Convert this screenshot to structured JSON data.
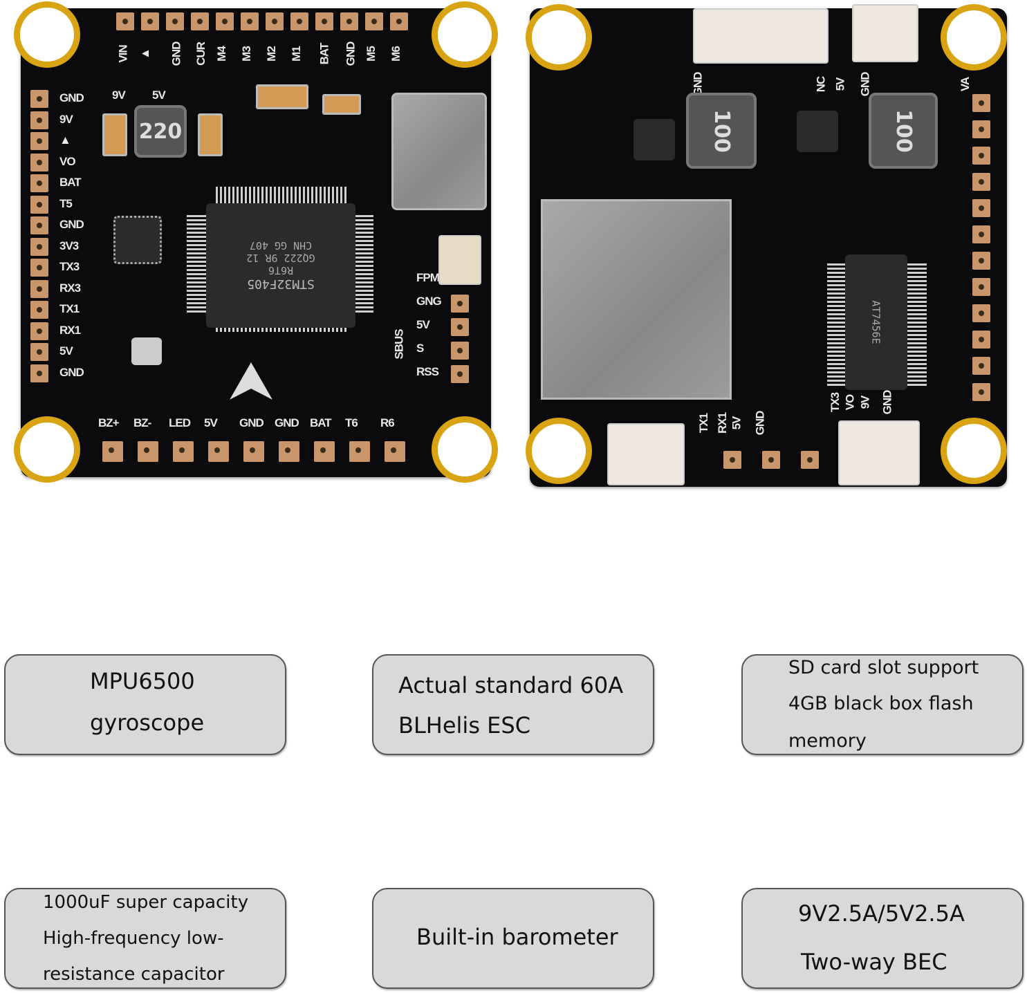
{
  "left_board": {
    "top_pins": [
      "VIN",
      "▲",
      "GND",
      "CUR",
      "M4",
      "M3",
      "M2",
      "M1",
      "BAT",
      "GND",
      "M5",
      "M6"
    ],
    "left_pins": [
      "GND",
      "9V",
      "▲",
      "VO",
      "BAT",
      "T5",
      "GND",
      "3V3",
      "TX3",
      "RX3",
      "TX1",
      "RX1",
      "5V",
      "GND"
    ],
    "bottom_pins": [
      "BZ+",
      "BZ-",
      "LED",
      "5V",
      "GND",
      "GND",
      "BAT",
      "T6",
      "R6"
    ],
    "right_pins": [
      "FPM",
      "GNG",
      "5V",
      "S",
      "RSS"
    ],
    "sbus_label": "SBUS",
    "volt_labels": [
      "9V",
      "5V"
    ],
    "inductor": "220",
    "mcu": "STM32F405",
    "mcu_lines": [
      "R6T6",
      "GQ222 9R 12",
      "CHN GG 407"
    ]
  },
  "right_board": {
    "top_labels": [
      "GND",
      "NC",
      "5V",
      "GND",
      "VA"
    ],
    "inductors": [
      "100",
      "100"
    ],
    "flash_chip": "AT7456E",
    "bottom_left_labels": [
      "TX1",
      "RX1",
      "5V",
      "GND"
    ],
    "bottom_right_labels": [
      "TX3",
      "VO",
      "9V",
      "GND"
    ]
  },
  "features": [
    {
      "lines": [
        "MPU6500",
        "gyroscope"
      ]
    },
    {
      "lines": [
        "Actual standard 60A",
        "BLHelis ESC"
      ]
    },
    {
      "lines": [
        "SD card slot support",
        "4GB black box flash",
        "memory"
      ]
    },
    {
      "lines": [
        "1000uF super capacity",
        "High-frequency low-",
        "resistance capacitor"
      ]
    },
    {
      "lines": [
        "Built-in barometer"
      ]
    },
    {
      "lines": [
        "9V2.5A/5V2.5A",
        "Two-way BEC"
      ]
    }
  ]
}
